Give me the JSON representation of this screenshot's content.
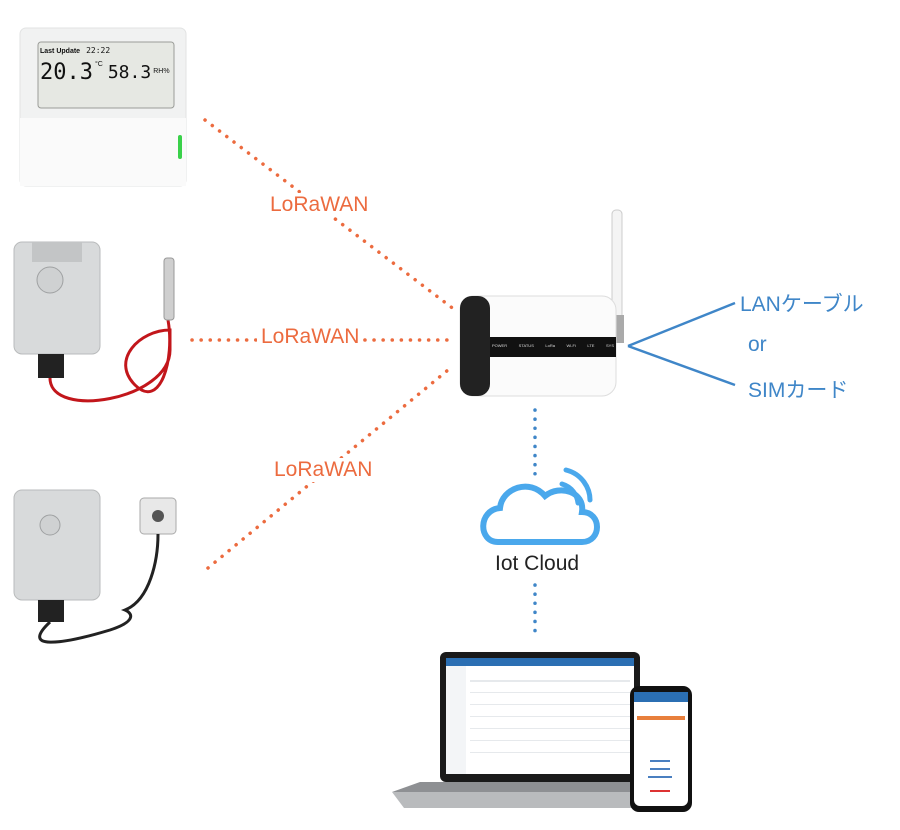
{
  "links": {
    "lorawan_1": "LoRaWAN",
    "lorawan_2": "LoRaWAN",
    "lorawan_3": "LoRaWAN"
  },
  "uplink": {
    "line1": "LANケーブル",
    "line2": "or",
    "line3": "SIMカード"
  },
  "cloud": {
    "label": "Iot Cloud",
    "icon": "cloud-icon"
  },
  "sensor_display": {
    "last_update_label": "Last Update",
    "time": "22:22",
    "temperature": "20.3",
    "temp_unit": "°C",
    "humidity": "58.3",
    "humidity_unit": "RH%"
  },
  "gateway_leds": [
    "POWER",
    "STATUS",
    "LoRa",
    "Wi-Fi",
    "LTE",
    "SYS"
  ],
  "colors": {
    "lora_link": "#ec6b3f",
    "uplink": "#3f86c8",
    "cloud": "#4aa8ec",
    "led": "#3ad14a"
  }
}
